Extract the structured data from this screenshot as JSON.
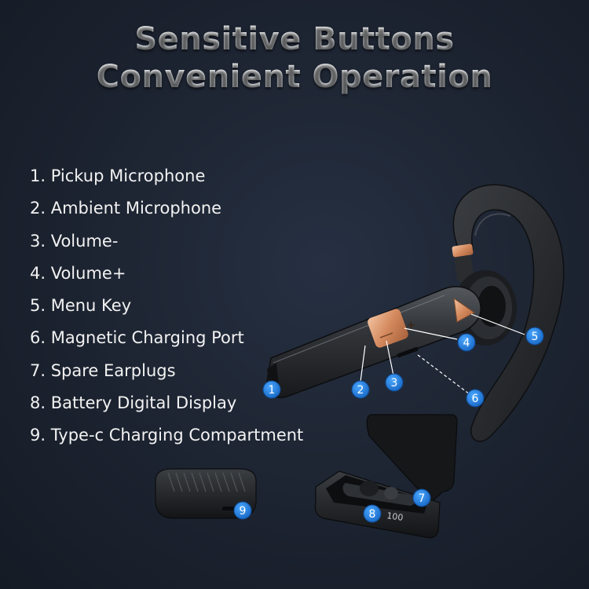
{
  "headline": {
    "line1": "Sensitive Buttons",
    "line2": "Convenient Operation"
  },
  "features": [
    {
      "number": "1",
      "text": "1. Pickup Microphone"
    },
    {
      "number": "2",
      "text": "2. Ambient Microphone"
    },
    {
      "number": "3",
      "text": "3. Volume-"
    },
    {
      "number": "4",
      "text": "4. Volume+"
    },
    {
      "number": "5",
      "text": "5. Menu Key"
    },
    {
      "number": "6",
      "text": "6. Magnetic Charging Port"
    },
    {
      "number": "7",
      "text": "7. Spare Earplugs"
    },
    {
      "number": "8",
      "text": "8. Battery Digital Display"
    },
    {
      "number": "9",
      "text": "9. Type-c Charging Compartment"
    }
  ],
  "volume_button_symbol": "+",
  "case_display_text": "100",
  "colors": {
    "background": "#1c2330",
    "badge": "#1e7fe0",
    "accent_copper": "#d9956d",
    "device_body": "#2a2d31"
  }
}
